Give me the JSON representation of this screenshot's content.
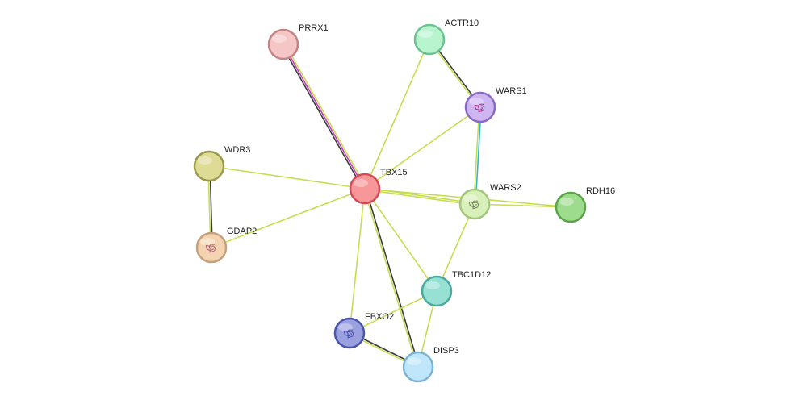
{
  "network": {
    "nodes": [
      {
        "id": "TBX15",
        "label": "TBX15",
        "fill": "#f7979a",
        "stroke": "#d34a55",
        "texture": false
      },
      {
        "id": "PRRX1",
        "label": "PRRX1",
        "fill": "#f5c6c6",
        "stroke": "#c48484",
        "texture": false
      },
      {
        "id": "ACTR10",
        "label": "ACTR10",
        "fill": "#b8f5cf",
        "stroke": "#6ac28e",
        "texture": false
      },
      {
        "id": "WARS1",
        "label": "WARS1",
        "fill": "#cdb6f2",
        "stroke": "#8a6ac4",
        "texture": true,
        "texture_color": "#a0207c"
      },
      {
        "id": "WDR3",
        "label": "WDR3",
        "fill": "#dedb94",
        "stroke": "#9a9a4e",
        "texture": false
      },
      {
        "id": "WARS2",
        "label": "WARS2",
        "fill": "#d7efb8",
        "stroke": "#a3c67a",
        "texture": true,
        "texture_color": "#6e7a5a"
      },
      {
        "id": "RDH16",
        "label": "RDH16",
        "fill": "#9ddc8c",
        "stroke": "#5aa448",
        "texture": false
      },
      {
        "id": "GDAP2",
        "label": "GDAP2",
        "fill": "#f4d4b0",
        "stroke": "#c4a07c",
        "texture": true,
        "texture_color": "#b05a7a"
      },
      {
        "id": "TBC1D12",
        "label": "TBC1D12",
        "fill": "#96e0d4",
        "stroke": "#4aa89c",
        "texture": false
      },
      {
        "id": "FBXO2",
        "label": "FBXO2",
        "fill": "#9aa0e0",
        "stroke": "#4a55a8",
        "texture": true,
        "texture_color": "#3c48a8"
      },
      {
        "id": "DISP3",
        "label": "DISP3",
        "fill": "#bfe6fb",
        "stroke": "#7ab4d4",
        "texture": false
      }
    ],
    "edges": [
      {
        "from": "TBX15",
        "to": "PRRX1",
        "colors": [
          "#3a3a3a",
          "#c03ec0",
          "#c8dc50"
        ]
      },
      {
        "from": "TBX15",
        "to": "ACTR10",
        "colors": [
          "#c8dc50"
        ]
      },
      {
        "from": "TBX15",
        "to": "WARS1",
        "colors": [
          "#c8dc50"
        ]
      },
      {
        "from": "TBX15",
        "to": "WDR3",
        "colors": [
          "#c8dc50"
        ]
      },
      {
        "from": "TBX15",
        "to": "GDAP2",
        "colors": [
          "#c8dc50"
        ]
      },
      {
        "from": "TBX15",
        "to": "WARS2",
        "colors": [
          "#c8dc50",
          "#c8dc50"
        ]
      },
      {
        "from": "TBX15",
        "to": "RDH16",
        "colors": [
          "#c8dc50"
        ]
      },
      {
        "from": "TBX15",
        "to": "TBC1D12",
        "colors": [
          "#c8dc50"
        ]
      },
      {
        "from": "TBX15",
        "to": "FBXO2",
        "colors": [
          "#c8dc50"
        ]
      },
      {
        "from": "TBX15",
        "to": "DISP3",
        "colors": [
          "#3a3a3a",
          "#c8dc50"
        ]
      },
      {
        "from": "ACTR10",
        "to": "WARS1",
        "colors": [
          "#3a3a3a",
          "#c8dc50"
        ]
      },
      {
        "from": "WARS1",
        "to": "WARS2",
        "colors": [
          "#30b4e0",
          "#c8dc50"
        ]
      },
      {
        "from": "WDR3",
        "to": "GDAP2",
        "colors": [
          "#3a3a3a",
          "#c8dc50"
        ]
      },
      {
        "from": "WARS2",
        "to": "RDH16",
        "colors": [
          "#c8dc50"
        ]
      },
      {
        "from": "WARS2",
        "to": "TBC1D12",
        "colors": [
          "#c8dc50"
        ]
      },
      {
        "from": "TBC1D12",
        "to": "FBXO2",
        "colors": [
          "#c8dc50"
        ]
      },
      {
        "from": "TBC1D12",
        "to": "DISP3",
        "colors": [
          "#c8dc50"
        ]
      },
      {
        "from": "FBXO2",
        "to": "DISP3",
        "colors": [
          "#3a3a3a",
          "#c8dc50"
        ]
      }
    ]
  }
}
